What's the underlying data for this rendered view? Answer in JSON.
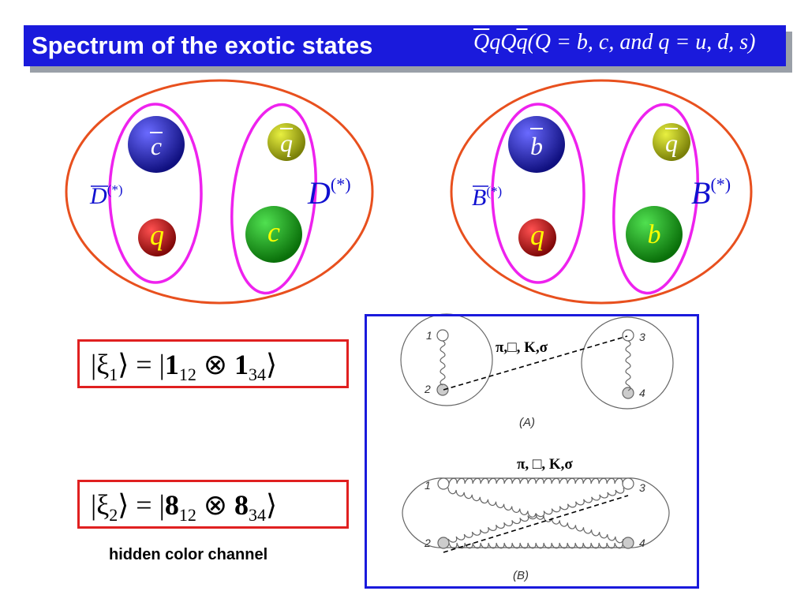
{
  "title": {
    "text": "Spectrum of the exotic states",
    "formula": "QqQq(Q = b, c, and q = u, d, s)"
  },
  "left_diagram": {
    "top_left_quark": "c",
    "bottom_left_quark": "q",
    "top_right_quark": "q",
    "bottom_right_quark": "c",
    "left_meson": "D",
    "right_meson": "D",
    "meson_superscript": "(*)"
  },
  "right_diagram": {
    "top_left_quark": "b",
    "bottom_left_quark": "q",
    "top_right_quark": "q",
    "bottom_right_quark": "b",
    "left_meson": "B",
    "right_meson": "B",
    "meson_superscript": "(*)"
  },
  "states": {
    "xi1": {
      "ket": "|ξ1⟩ = |1₁₂ ⊗ 1₃₄⟩",
      "lhs": "|ξ",
      "idx": "1",
      "mid": "⟩ = |",
      "n1": "1",
      "s1": "12",
      "op": " ⊗ ",
      "n2": "1",
      "s2": "34",
      "end": "⟩"
    },
    "xi2": {
      "ket": "|ξ2⟩ = |8₁₂ ⊗ 8₃₄⟩",
      "lhs": "|ξ",
      "idx": "2",
      "mid": "⟩ = |",
      "n1": "8",
      "s1": "12",
      "op": " ⊗ ",
      "n2": "8",
      "s2": "34",
      "end": "⟩"
    }
  },
  "caption": "hidden color channel",
  "panel": {
    "exchange_label_a": "π,□, K,σ",
    "exchange_label_b": "π, □, K,σ",
    "caption_a": "(A)",
    "caption_b": "(B)",
    "node_labels": [
      "1",
      "2",
      "3",
      "4"
    ]
  },
  "colors": {
    "title_bar": "#1a1adc",
    "outer_ellipse": "#e8501e",
    "inner_ellipse": "#ee22ee",
    "blue_ball": "#1a1aa0",
    "olive_ball": "#a8b010",
    "red_ball": "#c01010",
    "green_ball": "#1a9a1a",
    "meson_label": "#1010d0",
    "ket_border": "#e02020",
    "panel_border": "#1a1adc"
  }
}
